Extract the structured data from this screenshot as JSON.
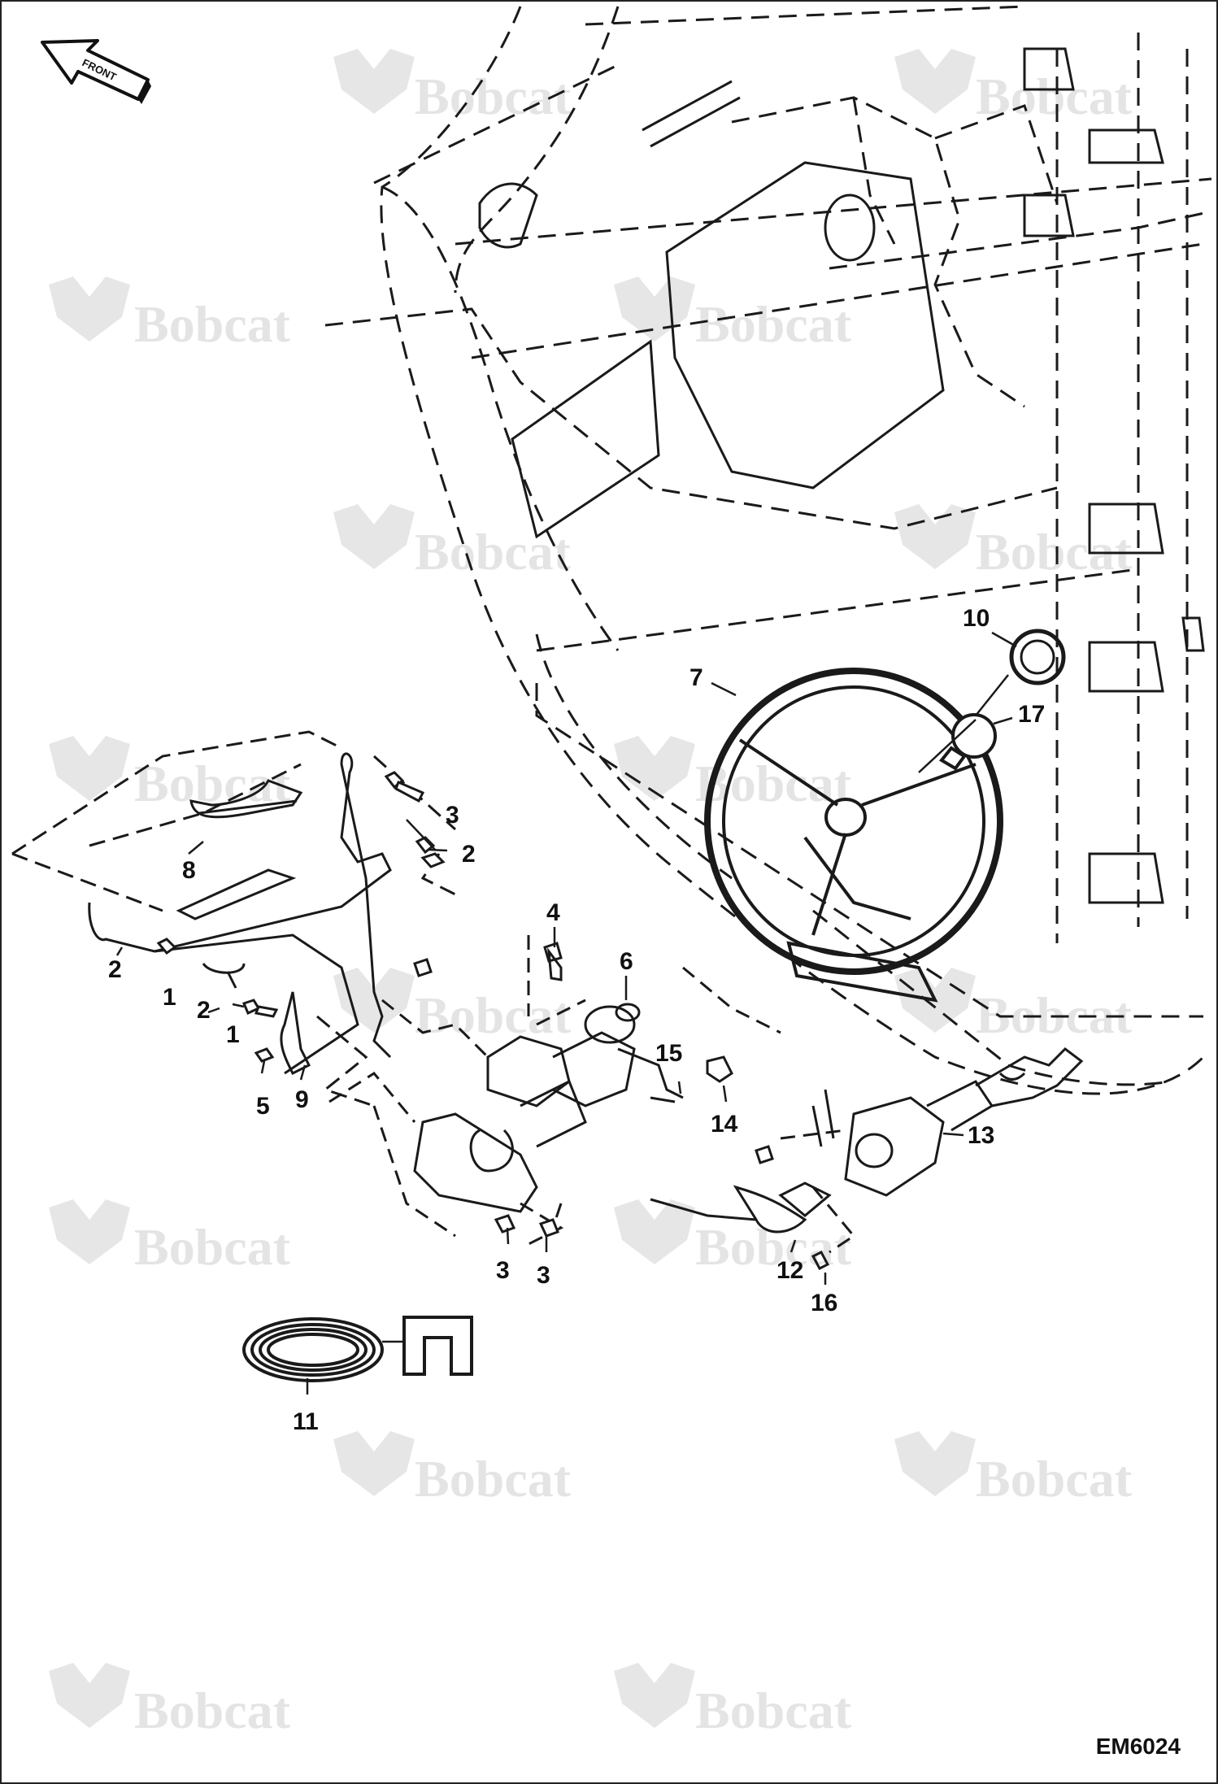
{
  "front_label": "FRONT",
  "watermark_text": "Bobcat",
  "drawing_code": "EM6024",
  "callouts": {
    "c1a": "1",
    "c1b": "1",
    "c2a": "2",
    "c2b": "2",
    "c2c": "2",
    "c3a": "3",
    "c3b": "3",
    "c3c": "3",
    "c4": "4",
    "c5": "5",
    "c6": "6",
    "c7": "7",
    "c8": "8",
    "c9": "9",
    "c10": "10",
    "c11": "11",
    "c12": "12",
    "c13": "13",
    "c14": "14",
    "c15": "15",
    "c16": "16",
    "c17": "17"
  },
  "colors": {
    "line": "#1a1a1a",
    "watermark": "#e4e4e4"
  }
}
